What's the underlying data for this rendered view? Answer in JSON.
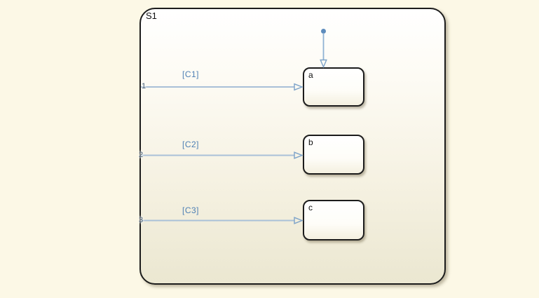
{
  "chart": {
    "container": {
      "name": "S1"
    },
    "states": [
      {
        "id": "a",
        "label": "a"
      },
      {
        "id": "b",
        "label": "b"
      },
      {
        "id": "c",
        "label": "c"
      }
    ],
    "transitions": [
      {
        "order": "1",
        "label": "[C1]",
        "target": "a"
      },
      {
        "order": "2",
        "label": "[C2]",
        "target": "b"
      },
      {
        "order": "3",
        "label": "[C3]",
        "target": "c"
      }
    ],
    "default_transition": {
      "target": "a"
    }
  },
  "colors": {
    "canvas_background": "#fcf8e6",
    "state_fill_top": "#ffffff",
    "state_fill_bottom": "#ebe7d1",
    "state_border": "#1c1c1c",
    "transition_line": "#a9c0d8",
    "transition_arrowhead": "#7da3c9",
    "condition_label_text": "#4d7fb4",
    "order_number_text": "#3f566d",
    "default_transition_dot": "#5d8cbd"
  }
}
